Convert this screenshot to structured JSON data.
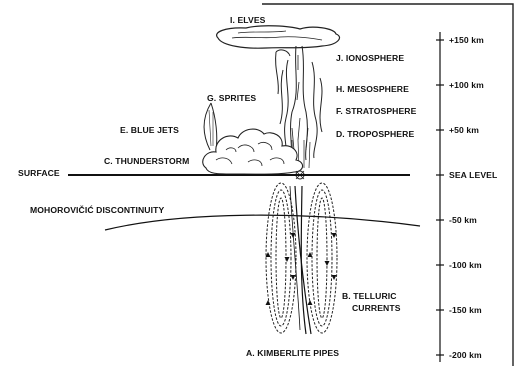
{
  "labels": {
    "elves": "I. ELVES",
    "ionosphere": "J. IONOSPHERE",
    "sprites": "G. SPRITES",
    "mesosphere": "H. MESOSPHERE",
    "stratosphere": "F. STRATOSPHERE",
    "troposphere": "D. TROPOSPHERE",
    "blue_jets": "E. BLUE JETS",
    "thunderstorm": "C. THUNDERSTORM",
    "surface": "SURFACE",
    "moho": "MOHOROVIČIĆ DISCONTINUITY",
    "telluric_line1": "B. TELLURIC",
    "telluric_line2": "CURRENTS",
    "kimberlite": "A. KIMBERLITE PIPES"
  },
  "altitude_scale": [
    {
      "label": "+150 km",
      "km": 150
    },
    {
      "label": "+100 km",
      "km": 100
    },
    {
      "label": "+50 km",
      "km": 50
    },
    {
      "label": "SEA LEVEL",
      "km": 0
    },
    {
      "label": "-50 km",
      "km": -50
    },
    {
      "label": "-100 km",
      "km": -100
    },
    {
      "label": "-150 km",
      "km": -150
    },
    {
      "label": "-200 km",
      "km": -200
    }
  ]
}
